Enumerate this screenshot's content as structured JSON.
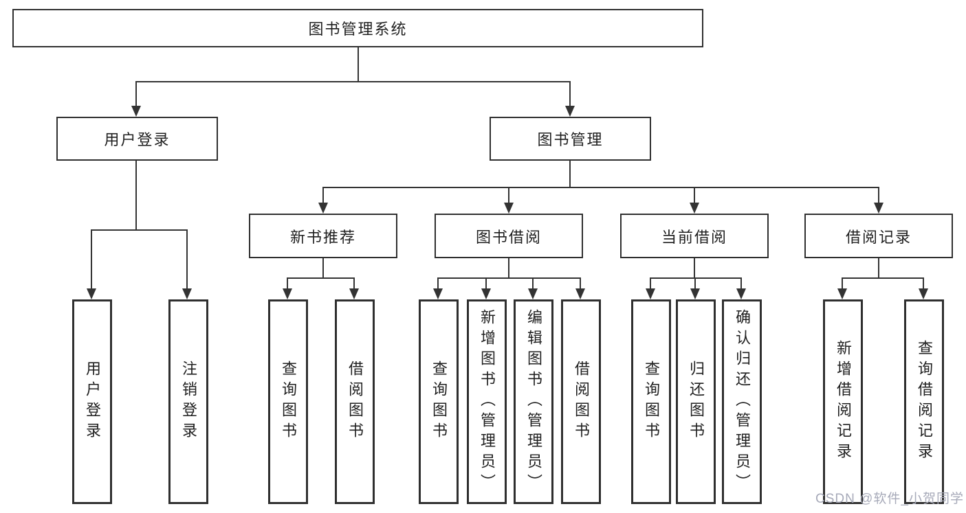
{
  "tree": {
    "root": "图书管理系统",
    "branches": [
      {
        "label": "用户登录",
        "leaves": [
          "用户登录",
          "注销登录"
        ]
      },
      {
        "label": "图书管理",
        "groups": [
          {
            "label": "新书推荐",
            "leaves": [
              "查询图书",
              "借阅图书"
            ]
          },
          {
            "label": "图书借阅",
            "leaves": [
              "查询图书",
              "新增图书（管理员）",
              "编辑图书（管理员）",
              "借阅图书"
            ]
          },
          {
            "label": "当前借阅",
            "leaves": [
              "查询图书",
              "归还图书",
              "确认归还（管理员）"
            ]
          },
          {
            "label": "借阅记录",
            "leaves": [
              "新增借阅记录",
              "查询借阅记录"
            ]
          }
        ]
      }
    ]
  },
  "watermark": "CSDN @软件_小贺同学",
  "colors": {
    "line": "#333333",
    "text": "#1f1f1f",
    "watermark": "#a7aab9",
    "background": "#ffffff"
  }
}
